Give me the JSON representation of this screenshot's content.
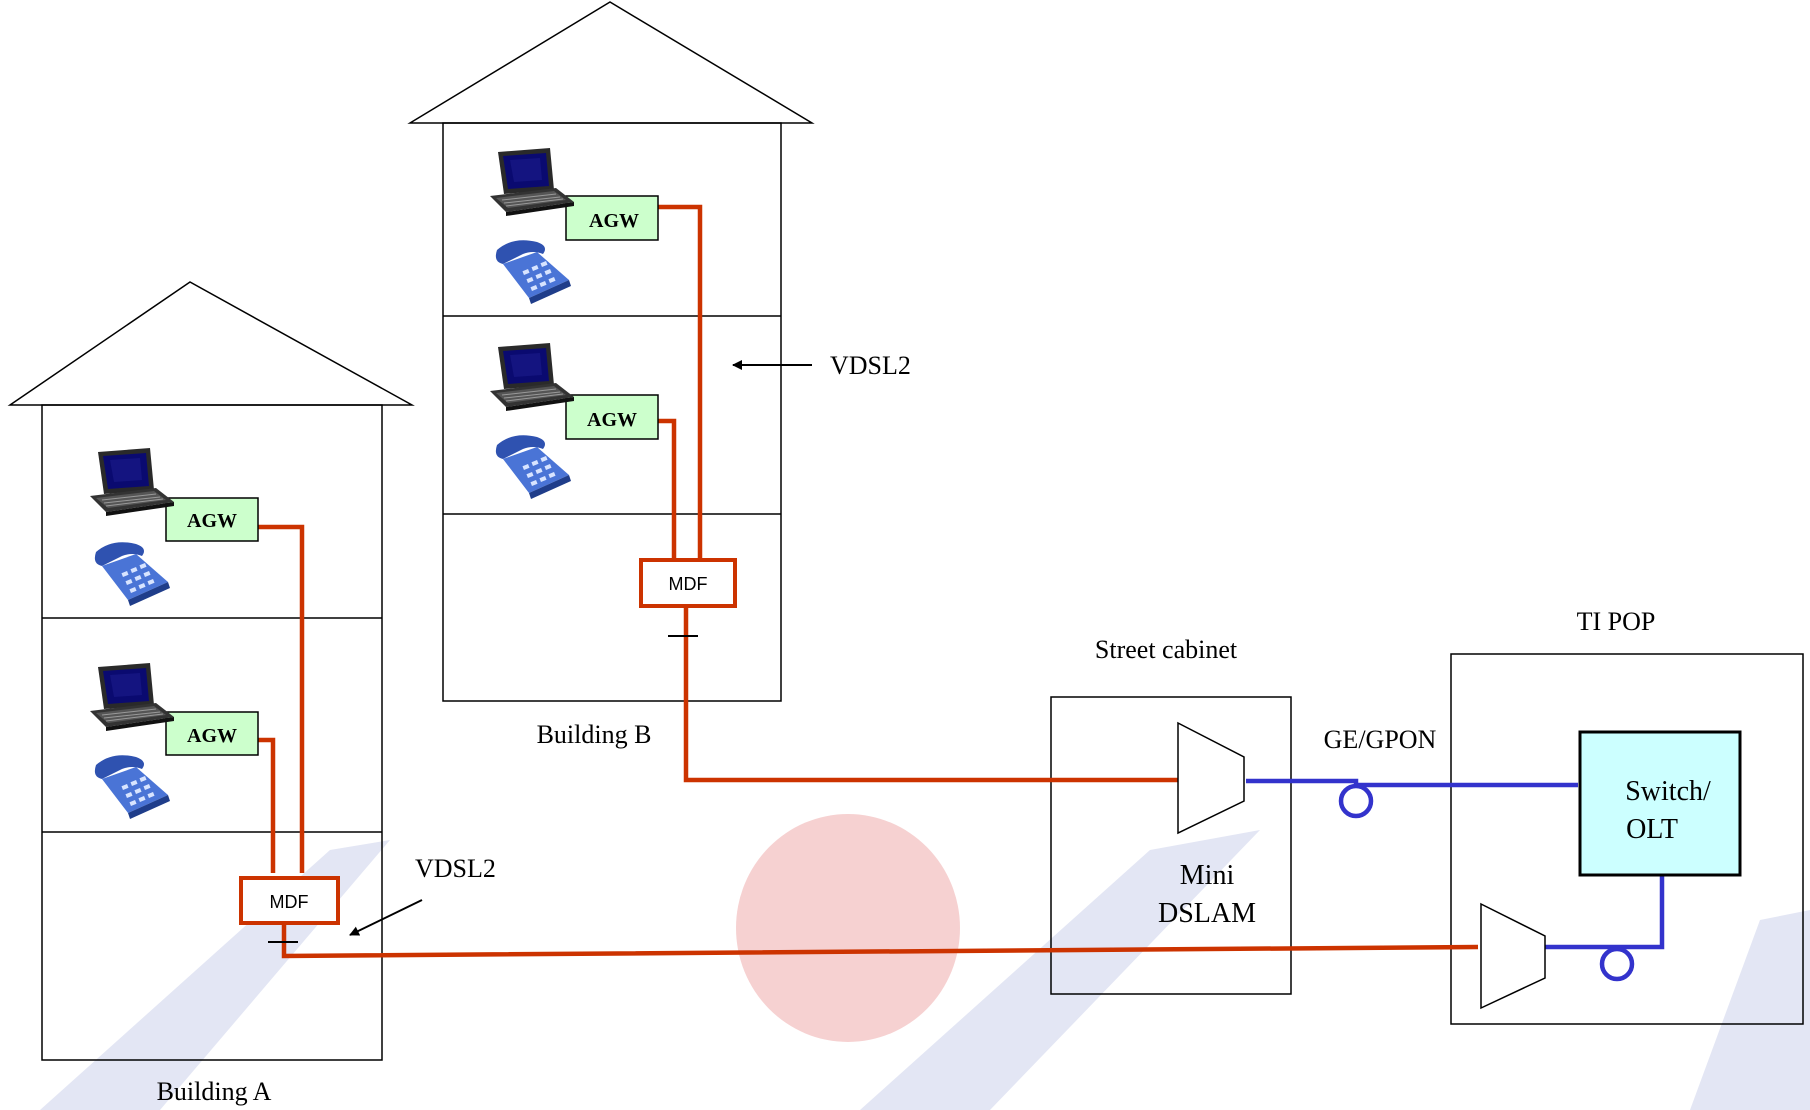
{
  "colors": {
    "copper": "#cc3300",
    "fiber": "#3333cc",
    "agw_fill": "#ccffcc",
    "olt_fill": "#ccffff",
    "watermark_red": "#f3c2c2",
    "watermark_blue": "#e3e6f4",
    "line": "#000000"
  },
  "labels": {
    "building_a": "Building A",
    "building_b": "Building B",
    "street_cabinet": "Street cabinet",
    "ti_pop": "TI POP",
    "vdsl2_a": "VDSL2",
    "vdsl2_b": "VDSL2",
    "ge_gpon": "GE/GPON",
    "agw": "AGW",
    "mdf": "MDF",
    "mini_dslam_line1": "Mini",
    "mini_dslam_line2": "DSLAM",
    "switch_line1": "Switch/",
    "switch_line2": "OLT"
  },
  "icons": {
    "pc": "laptop-icon",
    "phone": "telephone-icon",
    "dslam": "dslam-trapezoid-icon",
    "splitter": "splice-tick-icon",
    "fiber_loop": "fiber-loop-icon"
  }
}
